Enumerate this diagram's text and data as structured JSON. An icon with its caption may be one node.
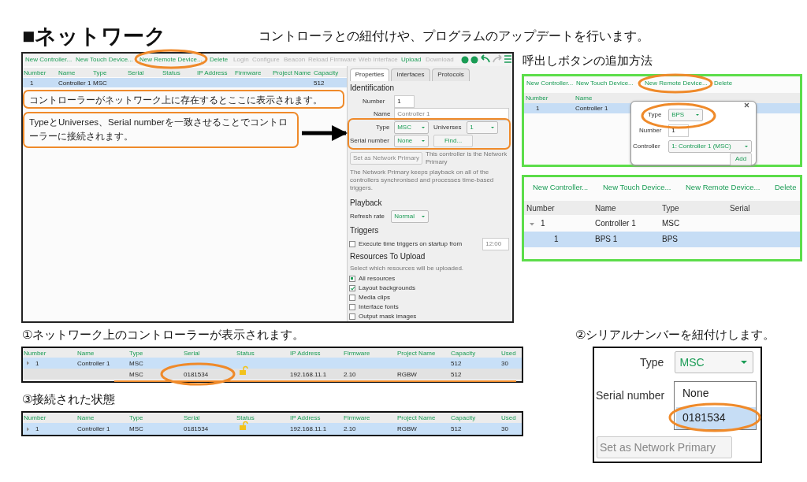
{
  "diagram": {
    "title": "■ネットワーク",
    "nodes": [
      {
        "text": [
          "コントローラーがネットワーク上に存在するとここに表示されます。"
        ]
      },
      {
        "text": [
          "TypeとUniverses、Serial numberを一致させることでコントローラーに接続されます。"
        ]
      },
      {
        "text": [],
        "shape": "box"
      }
    ],
    "edges": [
      {
        "from": 1,
        "to": 2,
        "arrow": "to"
      }
    ],
    "labels": [
      "コントローラとの紐付けや、プログラムのアップデートを行います。",
      "New Controller...",
      "New Touch Device...",
      "New Remote Device...",
      "Delete",
      "Login",
      "Configure",
      "Beacon",
      "Reload Firmware",
      "Web Interface",
      "Upload",
      "Download",
      "Number",
      "Name",
      "Type",
      "Serial",
      "Status",
      "IP Address",
      "Firmware",
      "Project Name",
      "Capacity",
      "1",
      "Controller 1",
      "MSC",
      "512",
      "Properties",
      "Interfaces",
      "Protocols",
      "Identification",
      "Number",
      "1",
      "Name",
      "Controller 1",
      "Type",
      "MSC",
      "Universes",
      "1",
      "Serial number",
      "None",
      "Find...",
      "Set as Network Primary",
      "This controller is the Network Primary",
      "The Network Primary keeps playback on all of the controllers synchronised and processes time-based triggers.",
      "Playback",
      "Refresh rate",
      "Normal",
      "Triggers",
      "Execute time triggers on startup from",
      "12:00",
      "Resources To Upload",
      "Select which resources will be uploaded.",
      "All resources",
      "Layout backgrounds",
      "Media clips",
      "Interface fonts",
      "Output mask images",
      "呼出しボタンの追加方法",
      "New Controller...",
      "New Touch Device...",
      "New Remote Device...",
      "Delete",
      "Number",
      "Name",
      "1",
      "Controller 1",
      "Type",
      "BPS",
      "Number",
      "1",
      "Controller",
      "1: Controller 1 (MSC)",
      "Add",
      "New Controller...",
      "New Touch Device...",
      "New Remote Device...",
      "Delete",
      "Number",
      "Name",
      "Type",
      "Serial",
      "1",
      "Controller 1",
      "MSC",
      "1",
      "BPS 1",
      "BPS",
      "①ネットワーク上のコントローラーが表示されます。",
      "Number",
      "Name",
      "Type",
      "Serial",
      "Status",
      "IP Address",
      "Firmware",
      "Project Name",
      "Capacity",
      "Used",
      "1",
      "Controller 1",
      "MSC",
      "512",
      "30",
      "MSC",
      "0181534",
      "192.168.11.1",
      "2.10",
      "RGBW",
      "512",
      "③接続された状態",
      "Number",
      "Name",
      "Type",
      "Serial",
      "Status",
      "IP Address",
      "Firmware",
      "Project Name",
      "Capacity",
      "Used",
      "1",
      "Controller 1",
      "MSC",
      "0181534",
      "192.168.11.1",
      "2.10",
      "RGBW",
      "512",
      "30",
      "②シリアルナンバーを紐付けします。",
      "Type",
      "MSC",
      "Serial number",
      "None",
      "0181534",
      "Set as Network Primary"
    ]
  }
}
